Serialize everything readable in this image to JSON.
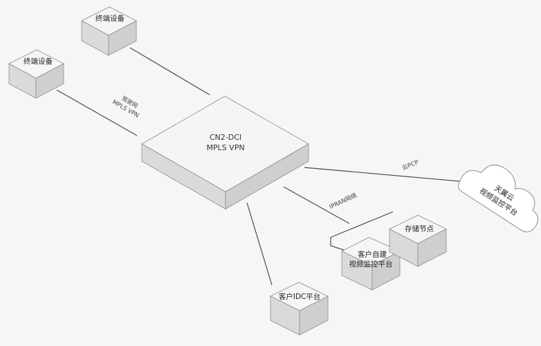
{
  "nodes": {
    "terminal_top": "终端设备",
    "terminal_left": "终端设备",
    "core_line1": "CN2-DCI",
    "core_line2": "MPLS VPN",
    "cloud_line1": "天翼云",
    "cloud_line2": "视频监控平台",
    "storage": "存储节点",
    "self_built_line1": "客户自建",
    "self_built_line2": "视频监控平台",
    "idc": "客户IDC平台"
  },
  "edges": {
    "terminal_link_line1": "驾驶网",
    "terminal_link_line2": "MPLS VPN",
    "cloud_link": "云PCP",
    "ipran_link": "IPRAN网络"
  }
}
